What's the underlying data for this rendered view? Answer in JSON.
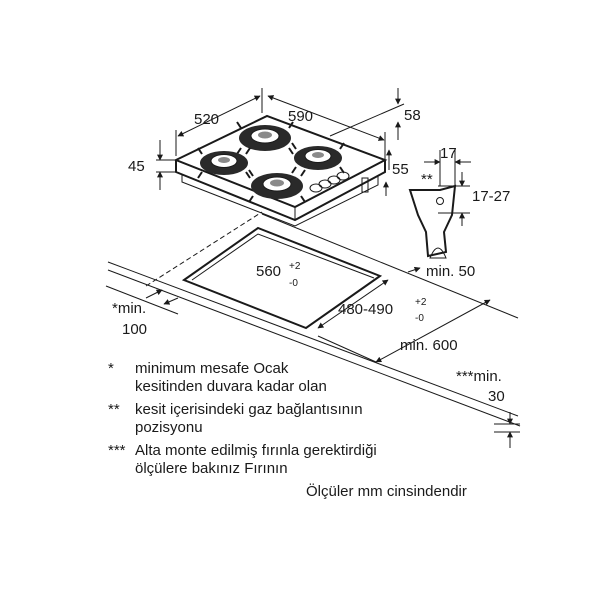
{
  "dims": {
    "hob_depth": "520",
    "hob_width": "590",
    "rear_offset": "58",
    "height_front": "45",
    "side_height": "55",
    "bracket_width": "17",
    "bracket_range": "17-27",
    "bracket_stars": "**",
    "cutout_width_main": "560",
    "cutout_width_sup": "+2",
    "cutout_width_sub": "-0",
    "cutout_depth_main": "480-490",
    "cutout_depth_sup": "+2",
    "cutout_depth_sub": "-0",
    "min_front": "min. 50",
    "wall_min_label": "*min.",
    "wall_min_value": "100",
    "worktop_min": "min. 600",
    "oven_min_label": "***min.",
    "oven_min_value": "30"
  },
  "notes": [
    {
      "marker": "*",
      "lines": [
        "minimum mesafe Ocak",
        "kesitinden duvara kadar olan"
      ]
    },
    {
      "marker": "**",
      "lines": [
        "kesit içerisindeki gaz bağlantısının",
        "pozisyonu"
      ]
    },
    {
      "marker": "***",
      "lines": [
        "Alta monte edilmiş fırınla gerektirdiği",
        "ölçülere bakınız Fırının"
      ]
    }
  ],
  "footer": "Ölçüler mm cinsindendir"
}
